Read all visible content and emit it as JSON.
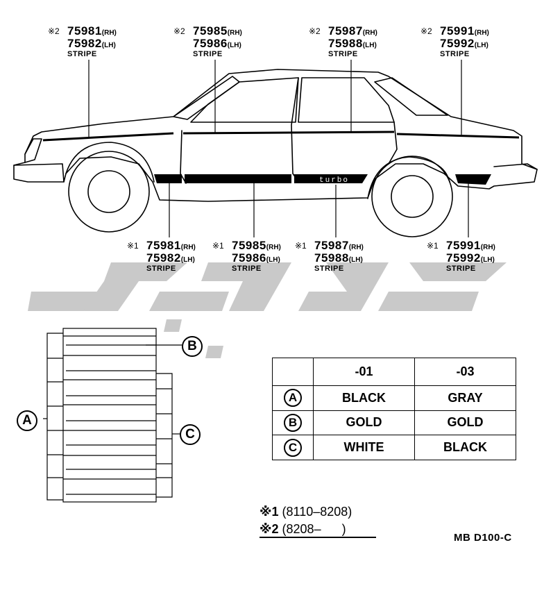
{
  "callouts_upper": [
    {
      "mark": "※2",
      "rh": "75981",
      "lh": "75982",
      "label": "STRIPE"
    },
    {
      "mark": "※2",
      "rh": "75985",
      "lh": "75986",
      "label": "STRIPE"
    },
    {
      "mark": "※2",
      "rh": "75987",
      "lh": "75988",
      "label": "STRIPE"
    },
    {
      "mark": "※2",
      "rh": "75991",
      "lh": "75992",
      "label": "STRIPE"
    }
  ],
  "callouts_lower": [
    {
      "mark": "※1",
      "rh": "75981",
      "lh": "75982",
      "label": "STRIPE"
    },
    {
      "mark": "※1",
      "rh": "75985",
      "lh": "75986",
      "label": "STRIPE"
    },
    {
      "mark": "※1",
      "rh": "75987",
      "lh": "75988",
      "label": "STRIPE"
    },
    {
      "mark": "※1",
      "rh": "75991",
      "lh": "75992",
      "label": "STRIPE"
    }
  ],
  "side_suffix": {
    "rh": "(RH)",
    "lh": "(LH)"
  },
  "decal_text": "turbo",
  "section_markers": {
    "a": "A",
    "b": "B",
    "c": "C"
  },
  "color_table": {
    "headers": [
      "",
      "-01",
      "-03"
    ],
    "rows": [
      {
        "key": "A",
        "c01": "BLACK",
        "c03": "GRAY"
      },
      {
        "key": "B",
        "c01": "GOLD",
        "c03": "GOLD"
      },
      {
        "key": "C",
        "c01": "WHITE",
        "c03": "BLACK"
      }
    ]
  },
  "date_legend": [
    {
      "mark": "※1",
      "range": "(8110–8208)"
    },
    {
      "mark": "※2",
      "range": "(8208–      )"
    }
  ],
  "diagram_code": "MB D100-C",
  "watermark_color": "#c8c8c8"
}
